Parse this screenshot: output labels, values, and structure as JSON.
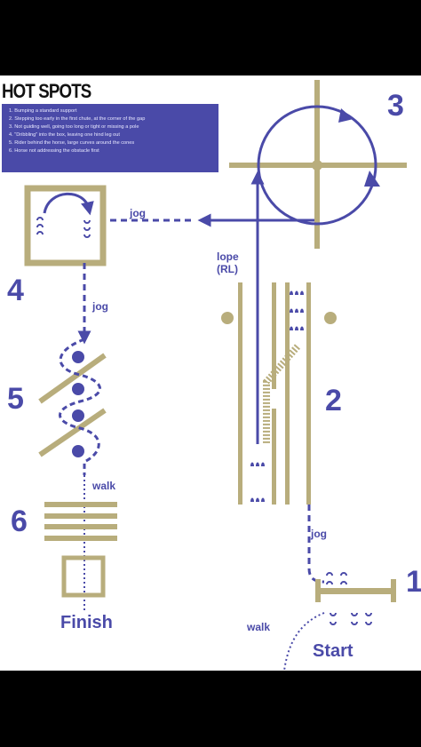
{
  "header": {
    "title": "HOT SPOTS",
    "rules": [
      "1. Bumping a standard support",
      "2. Stepping too early in the first chute, at the corner of the gap",
      "3. Not guiding well, going too long or tight or missing a pole",
      "4. \"Dribbling\" into the box, leaving one hind leg out",
      "5. Rider behind the horse, large curves around the cones",
      "6. Horse not addressing the obstacle first"
    ]
  },
  "stations": {
    "s1": "1",
    "s2": "2",
    "s3": "3",
    "s4": "4",
    "s5": "5",
    "s6": "6"
  },
  "gaits": {
    "jog_top": "jog",
    "jog_left": "jog",
    "lope_line1": "lope",
    "lope_line2": "(RL)",
    "jog_right": "jog",
    "walk_left": "walk",
    "walk_bottom": "walk"
  },
  "endpoints": {
    "finish": "Finish",
    "start": "Start"
  },
  "colors": {
    "blue": "#4a4aa8",
    "tan": "#b8ad7c",
    "background": "#ffffff"
  }
}
